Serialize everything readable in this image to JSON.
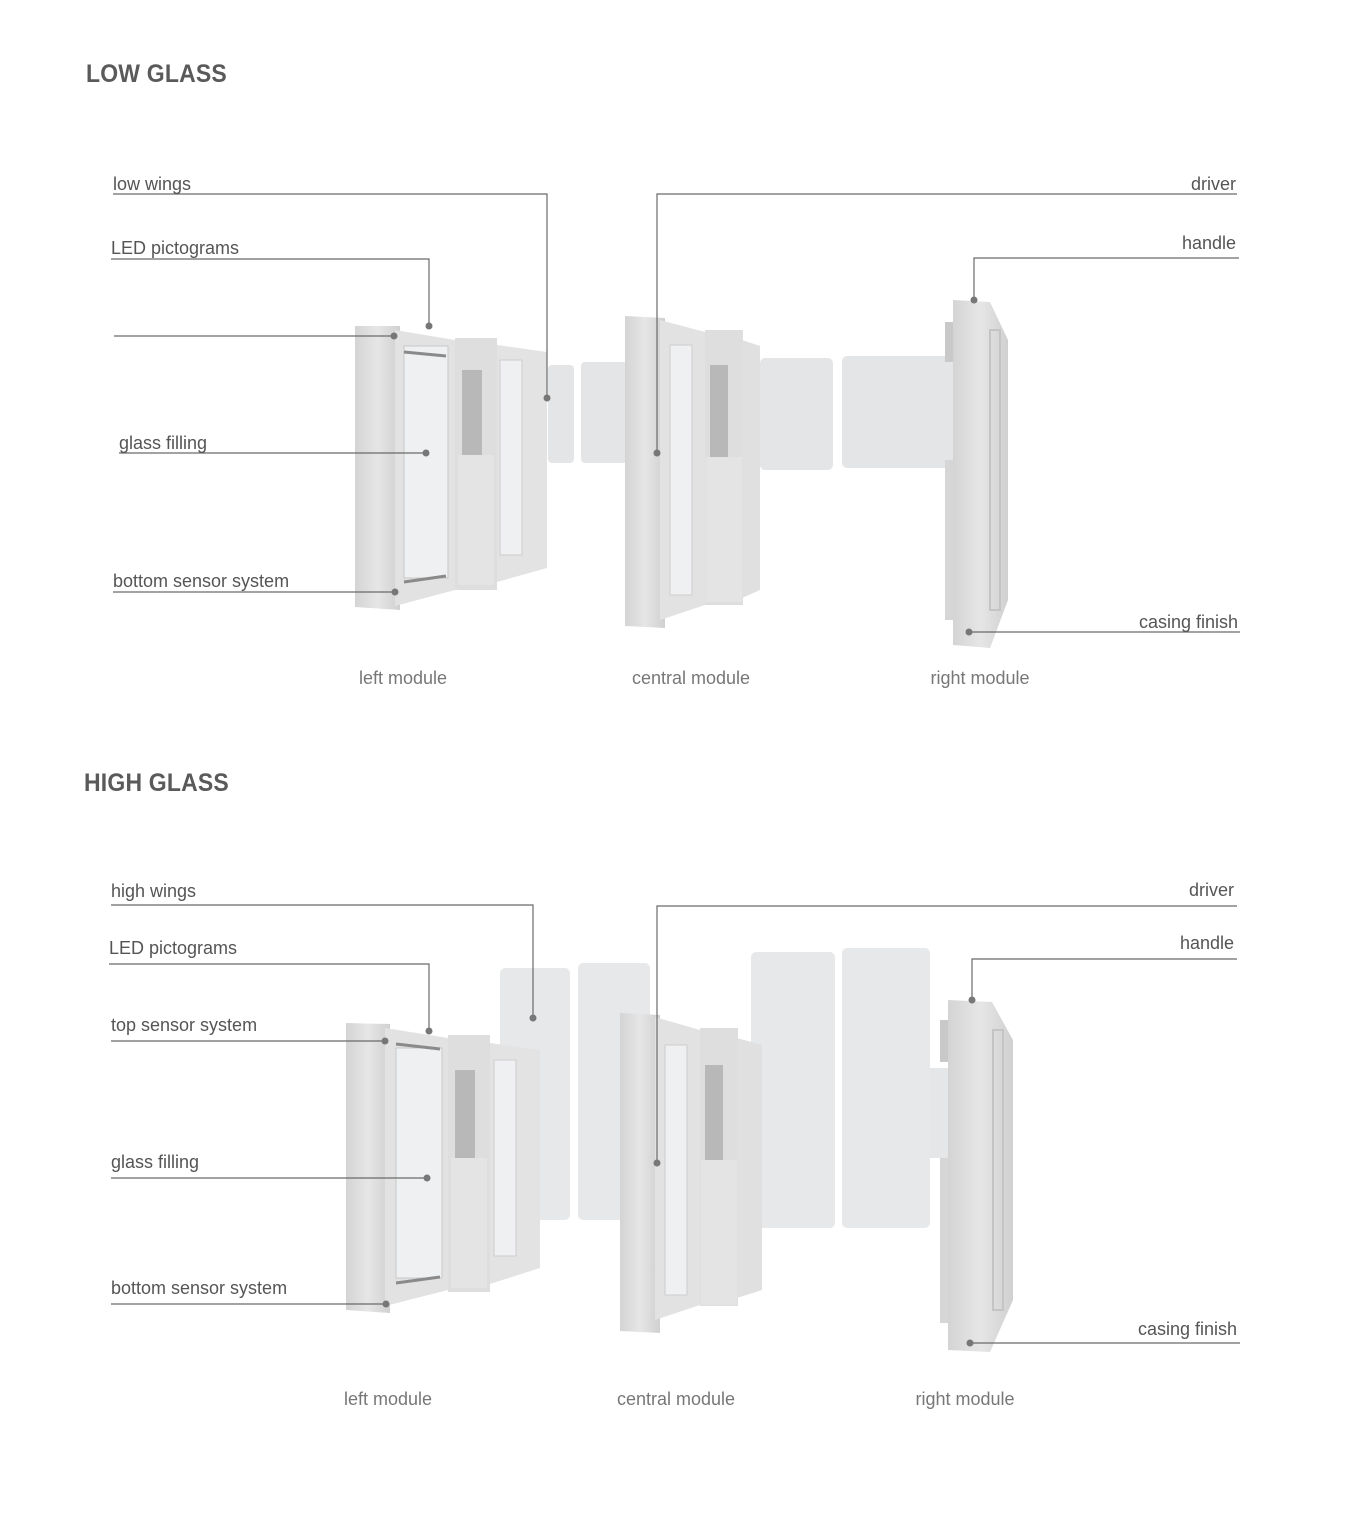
{
  "sections": [
    {
      "title": "LOW GLASS",
      "labels": {
        "wings": "low wings",
        "led": "LED pictograms",
        "glass": "glass filling",
        "bottom_sensor": "bottom sensor system",
        "driver": "driver",
        "handle": "handle",
        "casing": "casing finish"
      },
      "modules": [
        "left module",
        "central module",
        "right module"
      ]
    },
    {
      "title": "HIGH GLASS",
      "labels": {
        "wings": "high wings",
        "led": "LED pictograms",
        "top_sensor": "top sensor system",
        "glass": "glass filling",
        "bottom_sensor": "bottom sensor system",
        "driver": "driver",
        "handle": "handle",
        "casing": "casing finish"
      },
      "modules": [
        "left module",
        "central module",
        "right module"
      ]
    }
  ],
  "colors": {
    "text": "#555555",
    "line": "#6a6a6a",
    "metal": "#dcdcdc",
    "glass": "#e6e8ea"
  }
}
